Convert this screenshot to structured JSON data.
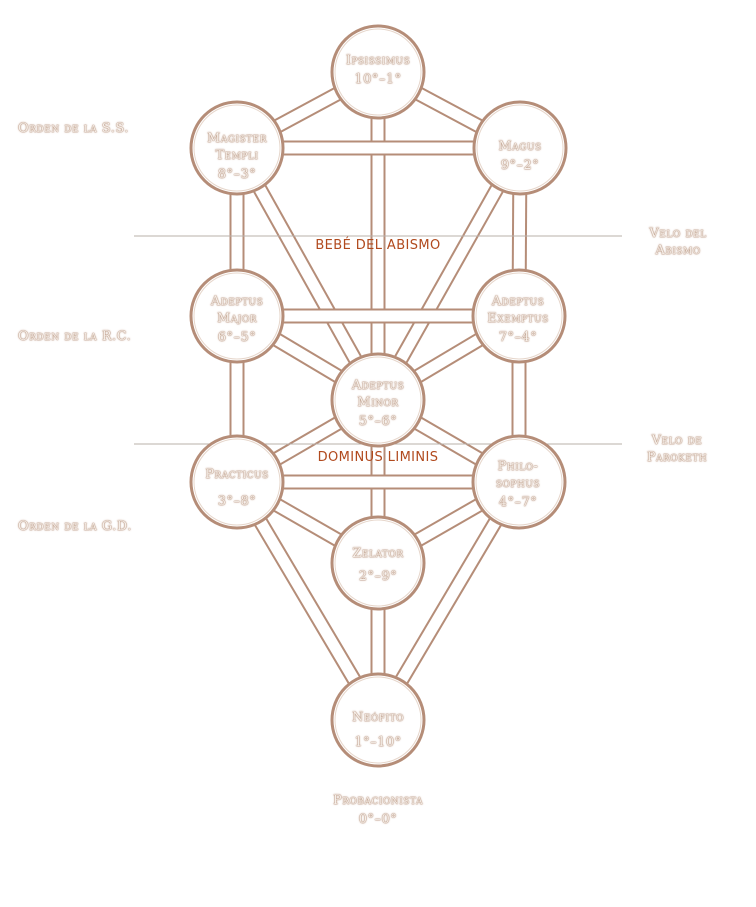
{
  "nodes": [
    {
      "id": "ipsissimus",
      "name": "Ipsissimus",
      "grade": "10°–1°"
    },
    {
      "id": "magister-templi",
      "name": "Magister\nTempli",
      "grade": "8°–3°"
    },
    {
      "id": "magus",
      "name": "Magus",
      "grade": "9°–2°"
    },
    {
      "id": "adeptus-major",
      "name": "Adeptus\nMajor",
      "grade": "6°–5°"
    },
    {
      "id": "adeptus-exemptus",
      "name": "Adeptus\nExemptus",
      "grade": "7°–4°"
    },
    {
      "id": "adeptus-minor",
      "name": "Adeptus\nMinor",
      "grade": "5°–6°"
    },
    {
      "id": "practicus",
      "name": "Practicus",
      "grade": "3°–8°"
    },
    {
      "id": "philosophus",
      "name": "Philo-\nsophus",
      "grade": "4°–7°"
    },
    {
      "id": "zelator",
      "name": "Zelator",
      "grade": "2°–9°"
    },
    {
      "id": "neofito",
      "name": "Neófito",
      "grade": "1°–10°"
    }
  ],
  "probationer": {
    "name": "Probacionista",
    "grade": "0°–0°"
  },
  "orders": {
    "ss": "Orden de la S.S.",
    "rc": "Orden de la R.C.",
    "gd": "Orden de la G.D."
  },
  "veils": {
    "abyss": {
      "center_label": "BEBÉ DEL ABISMO",
      "side_label": "Velo del\nAbismo"
    },
    "paroketh": {
      "center_label": "DOMINUS LIMINIS",
      "side_label": "Velo de\nParoketh"
    }
  },
  "colors": {
    "path_stroke": "#b58d78",
    "veil_label": "#b14a1e",
    "veil_line": "#b9b0aa",
    "text_fill": "#f6efe9",
    "text_outline": "#a87f66"
  }
}
